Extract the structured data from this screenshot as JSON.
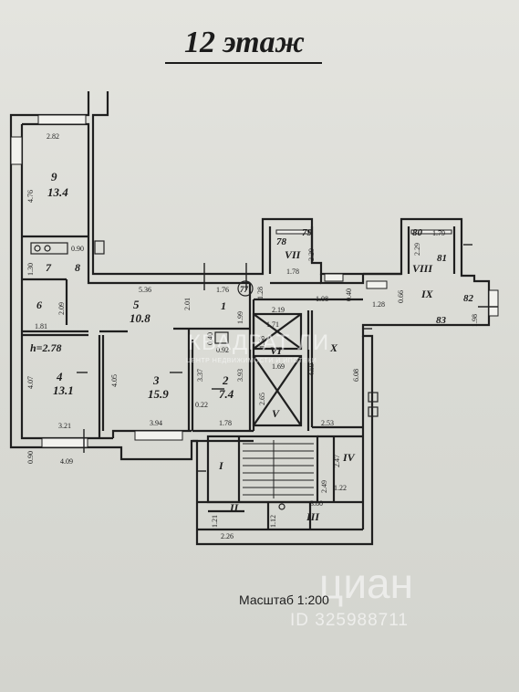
{
  "floor_title": "12 этаж",
  "scale_label": "Масштаб 1:200",
  "ceiling_height": "h=2.78",
  "rooms": [
    {
      "id": "9",
      "area": "13.4"
    },
    {
      "id": "7",
      "area": ""
    },
    {
      "id": "8",
      "area": ""
    },
    {
      "id": "6",
      "area": ""
    },
    {
      "id": "5",
      "area": "10.8"
    },
    {
      "id": "1",
      "area": ""
    },
    {
      "id": "4",
      "area": "13.1"
    },
    {
      "id": "3",
      "area": "15.9"
    },
    {
      "id": "2",
      "area": "7.4"
    }
  ],
  "common_rooms": [
    "VII",
    "VIII",
    "IX",
    "VI",
    "X",
    "V",
    "IV",
    "I",
    "II",
    "III"
  ],
  "apartment_numbers": [
    "77",
    "78",
    "79",
    "80",
    "81",
    "82",
    "83"
  ],
  "dimensions": {
    "d282": "2.82",
    "d476": "4.76",
    "d090a": "0.90",
    "d130": "1.30",
    "d209": "2.09",
    "d181": "1.81",
    "d536": "5.36",
    "d201": "2.01",
    "d176a": "1.76",
    "d128": "1.28",
    "d199": "1.99",
    "d040": "0.40",
    "d092": "0.92",
    "d407": "4.07",
    "d405": "4.05",
    "d337": "3.37",
    "d393": "3.93",
    "d022": "0.22",
    "d321": "3.21",
    "d394": "3.94",
    "d178a": "1.78",
    "d090b": "0.90",
    "d409": "4.09",
    "d219": "2.19",
    "d171": "1.71",
    "d158": "1.58",
    "d169": "1.69",
    "d265": "2.65",
    "d459": "4.59",
    "d229a": "2.29",
    "d178b": "1.78",
    "d108": "1.08",
    "d040b": "0.40",
    "d066": "0.66",
    "d128b": "1.28",
    "d179": "1.79",
    "d229b": "2.29",
    "d198": "1.98",
    "d608": "6.08",
    "d253": "2.53",
    "d247": "2.47",
    "d249": "2.49",
    "d122": "1.22",
    "d380": "3.80",
    "d121": "1.21",
    "d112": "1.12",
    "d226": "2.26"
  },
  "watermarks": {
    "logo_text": "КВАДРАТ ЛИ",
    "logo_sub": "ЦЕНТР НЕДВИЖИМОСТИ И ИПОТЕКИ",
    "cian_text": "циан",
    "listing_id": "ID 325988711"
  }
}
